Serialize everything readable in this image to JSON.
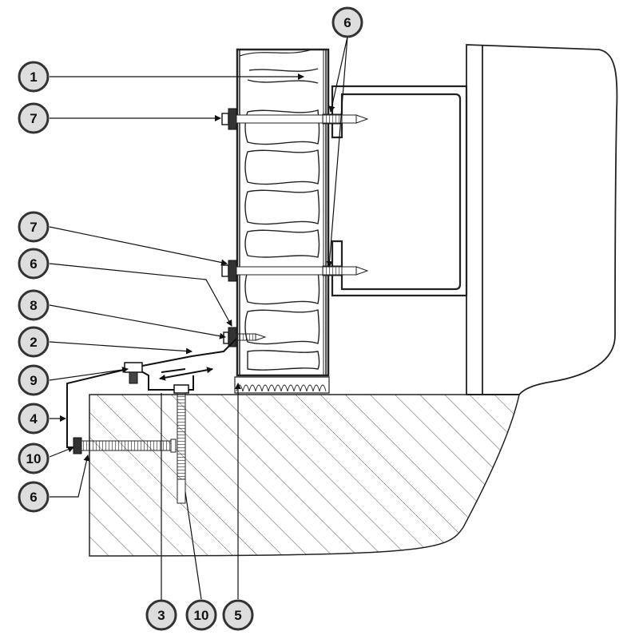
{
  "callouts": [
    {
      "id": "c1",
      "label": "1"
    },
    {
      "id": "c7a",
      "label": "7"
    },
    {
      "id": "c7b",
      "label": "7"
    },
    {
      "id": "c6a",
      "label": "6"
    },
    {
      "id": "c8",
      "label": "8"
    },
    {
      "id": "c2",
      "label": "2"
    },
    {
      "id": "c9",
      "label": "9"
    },
    {
      "id": "c4",
      "label": "4"
    },
    {
      "id": "c10a",
      "label": "10"
    },
    {
      "id": "c6b",
      "label": "6"
    },
    {
      "id": "c6t",
      "label": "6"
    },
    {
      "id": "c3",
      "label": "3"
    },
    {
      "id": "c10b",
      "label": "10"
    },
    {
      "id": "c5",
      "label": "5"
    }
  ]
}
